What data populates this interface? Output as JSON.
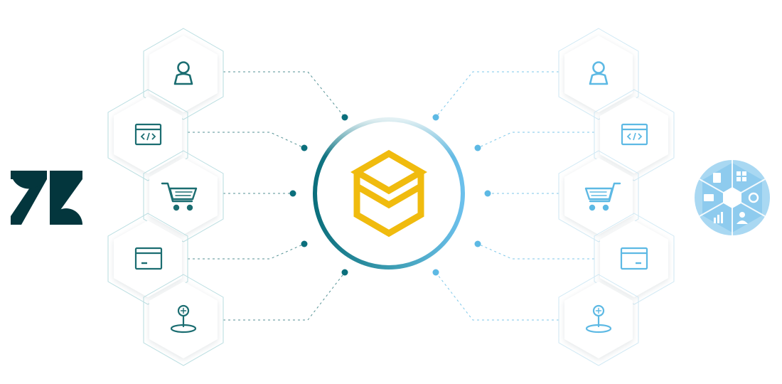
{
  "diagram": {
    "left_source": {
      "logo": "zendesk-logo",
      "color": "#03363d"
    },
    "right_target": {
      "logo": "multi-app-circle-logo",
      "color": "#5bb8e8"
    },
    "center_hub": {
      "icon": "stacked-layers-icon",
      "accent": "#f0bb0e",
      "ring_gradient": [
        "#0b6f7c",
        "#5bb8e8"
      ]
    },
    "entities": [
      {
        "icon": "user-icon"
      },
      {
        "icon": "code-window-icon"
      },
      {
        "icon": "shopping-cart-icon"
      },
      {
        "icon": "browser-window-icon"
      },
      {
        "icon": "location-pin-icon"
      }
    ],
    "left_entity_color": "#1b6d71",
    "right_entity_color": "#5db9e4",
    "connector_style": "dashed"
  }
}
